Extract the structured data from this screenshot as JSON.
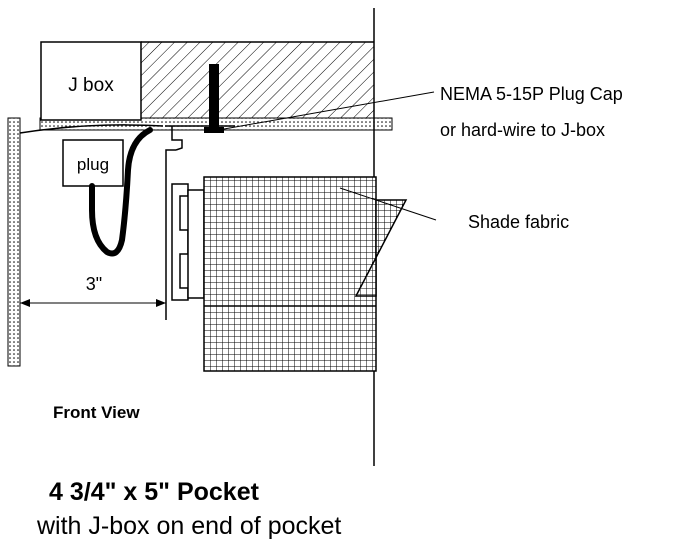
{
  "labels": {
    "jbox": "J box",
    "plug": "plug",
    "nema_line1": "NEMA 5-15P Plug Cap",
    "nema_line2": "or hard-wire to J-box",
    "shade_fabric": "Shade fabric",
    "dimension": "3\"",
    "front_view": "Front View"
  },
  "caption": {
    "title": "4 3/4\" x 5\" Pocket",
    "subtitle": "with J-box on end of pocket"
  },
  "colors": {
    "line": "#000000",
    "background": "#ffffff"
  }
}
